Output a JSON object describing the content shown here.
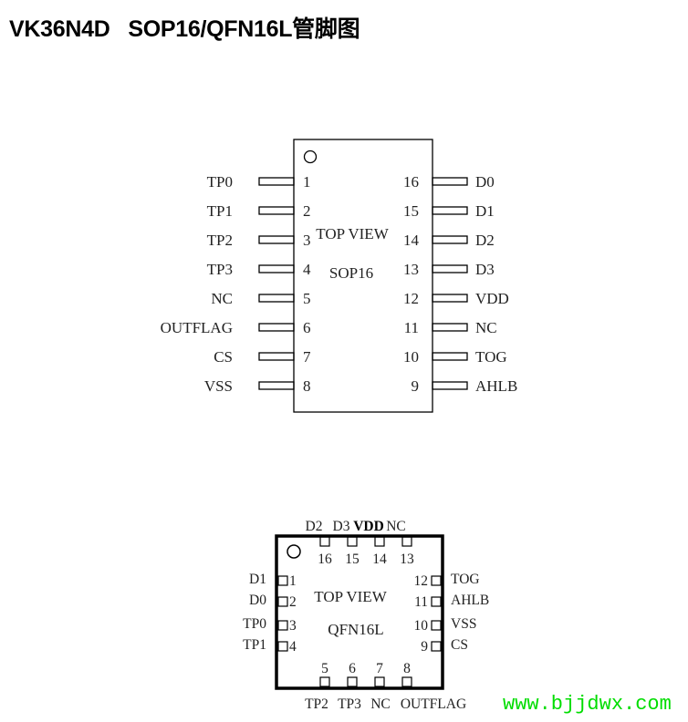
{
  "title": "VK36N4D   SOP16/QFN16L管脚图",
  "watermark": "www.bjjdwx.com",
  "sop": {
    "view_label": "TOP VIEW",
    "package_label": "SOP16",
    "left_pins": [
      {
        "num": "1",
        "name": "TP0"
      },
      {
        "num": "2",
        "name": "TP1"
      },
      {
        "num": "3",
        "name": "TP2"
      },
      {
        "num": "4",
        "name": "TP3"
      },
      {
        "num": "5",
        "name": "NC"
      },
      {
        "num": "6",
        "name": "OUTFLAG"
      },
      {
        "num": "7",
        "name": "CS"
      },
      {
        "num": "8",
        "name": "VSS"
      }
    ],
    "right_pins": [
      {
        "num": "16",
        "name": "D0"
      },
      {
        "num": "15",
        "name": "D1"
      },
      {
        "num": "14",
        "name": "D2"
      },
      {
        "num": "13",
        "name": "D3"
      },
      {
        "num": "12",
        "name": "VDD"
      },
      {
        "num": "11",
        "name": "NC"
      },
      {
        "num": "10",
        "name": "TOG"
      },
      {
        "num": "9",
        "name": "AHLB"
      }
    ]
  },
  "qfn": {
    "view_label": "TOP VIEW",
    "package_label": "QFN16L",
    "top_pins": [
      {
        "num": "16",
        "name": "D2"
      },
      {
        "num": "15",
        "name": "D3"
      },
      {
        "num": "14",
        "name": "VDD"
      },
      {
        "num": "13",
        "name": "NC"
      }
    ],
    "left_pins": [
      {
        "num": "1",
        "name": "D1"
      },
      {
        "num": "2",
        "name": "D0"
      },
      {
        "num": "3",
        "name": "TP0"
      },
      {
        "num": "4",
        "name": "TP1"
      }
    ],
    "right_pins": [
      {
        "num": "12",
        "name": "TOG"
      },
      {
        "num": "11",
        "name": "AHLB"
      },
      {
        "num": "10",
        "name": "VSS"
      },
      {
        "num": "9",
        "name": "CS"
      }
    ],
    "bottom_pins": [
      {
        "num": "5",
        "name": "TP2"
      },
      {
        "num": "6",
        "name": "TP3"
      },
      {
        "num": "7",
        "name": "NC"
      },
      {
        "num": "8",
        "name": "OUTFLAG"
      }
    ]
  }
}
